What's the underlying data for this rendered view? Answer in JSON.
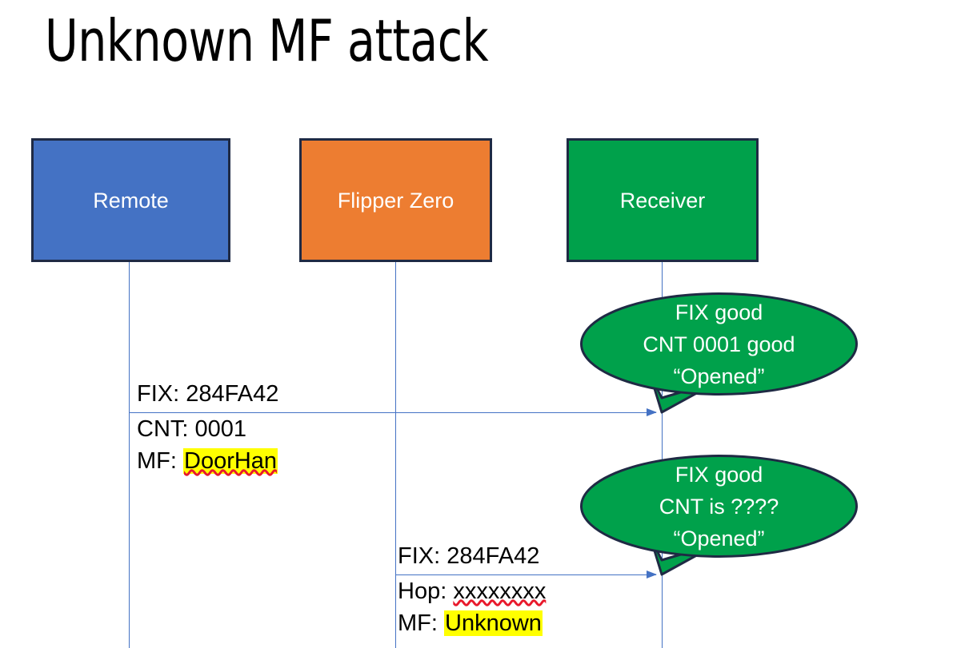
{
  "slide": {
    "title": "Unknown MF attack",
    "background": "#FFFFFF"
  },
  "colors": {
    "remote_fill": "#4472C4",
    "flipper_fill": "#ED7D31",
    "receiver_fill": "#00A14B",
    "box_border": "#1F2A44",
    "lifeline": "#4472C4",
    "arrow": "#4472C4",
    "bubble_fill": "#00A14B",
    "bubble_border": "#1F2A44",
    "highlight": "#FFFF00",
    "spellcheck_underline": "#E8192C",
    "text": "#000000",
    "inverse_text": "#FFFFFF"
  },
  "actors": [
    {
      "id": "remote",
      "label": "Remote"
    },
    {
      "id": "flipper",
      "label": "Flipper Zero"
    },
    {
      "id": "receiver",
      "label": "Receiver"
    }
  ],
  "messages": [
    {
      "id": "msg-1",
      "from": "remote",
      "to": "receiver",
      "lines": [
        {
          "label": "FIX: ",
          "value": "284FA42",
          "highlight": false,
          "spellcheck": false
        },
        {
          "label": "CNT: ",
          "value": "0001",
          "highlight": false,
          "spellcheck": false
        },
        {
          "label": "MF: ",
          "value": "DoorHan",
          "highlight": true,
          "spellcheck": true
        }
      ]
    },
    {
      "id": "msg-2",
      "from": "flipper",
      "to": "receiver",
      "lines": [
        {
          "label": "FIX: ",
          "value": "284FA42",
          "highlight": false,
          "spellcheck": false
        },
        {
          "label": "Hop: ",
          "value": "xxxxxxxx",
          "highlight": false,
          "spellcheck": true
        },
        {
          "label": "MF: ",
          "value": "Unknown",
          "highlight": true,
          "spellcheck": false
        }
      ]
    }
  ],
  "callouts": [
    {
      "id": "callout-1",
      "lines": [
        "FIX good",
        "CNT 0001 good",
        "“Opened”"
      ]
    },
    {
      "id": "callout-2",
      "lines": [
        "FIX good",
        "CNT is ????",
        "“Opened”"
      ]
    }
  ]
}
